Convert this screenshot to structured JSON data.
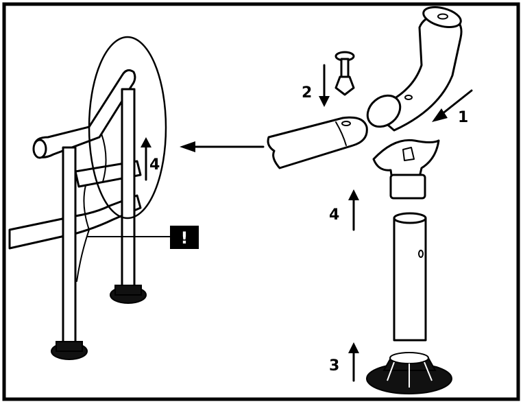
{
  "diagram": {
    "step_labels": {
      "step_1": "1",
      "step_2": "2",
      "step_3": "3",
      "step_4_bottom": "4",
      "step_4_assembled": "4"
    },
    "warning_badge": "!",
    "colors": {
      "ink": "#000000",
      "paper": "#ffffff"
    }
  }
}
